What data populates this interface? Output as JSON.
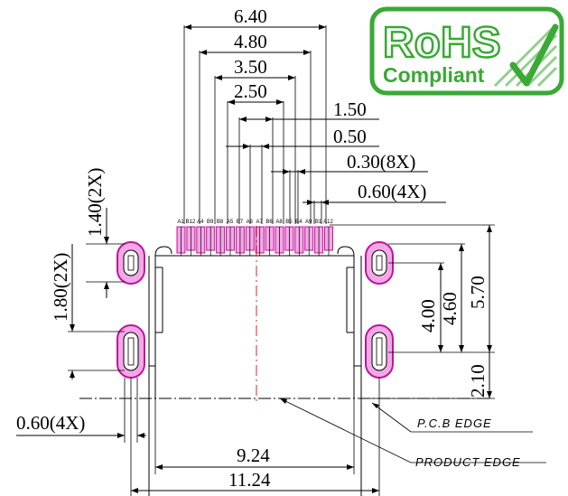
{
  "badge": {
    "title": "RoHS",
    "subtitle": "Compliant",
    "color": "#3aa935"
  },
  "dimensions": {
    "d640": "6.40",
    "d480": "4.80",
    "d350": "3.50",
    "d250": "2.50",
    "d150": "1.50",
    "d050": "0.50",
    "d030": "0.30(8X)",
    "d060_top": "0.60(4X)",
    "d140": "1.40(2X)",
    "d180": "1.80(2X)",
    "d400": "4.00",
    "d460": "4.60",
    "d570": "5.70",
    "d210": "2.10",
    "d060_left": "0.60(4X)",
    "d924": "9.24",
    "d1124": "11.24"
  },
  "pins": [
    "A1",
    "B12",
    "A4",
    "B9",
    "B8",
    "A5",
    "B7",
    "A6",
    "A7",
    "B6",
    "A8",
    "B5",
    "B4",
    "A9",
    "B1",
    "A12"
  ],
  "edges": {
    "pcb": "P.C.B EDGE",
    "product": "PRODUCT EDGE"
  },
  "colors": {
    "pad_fill": "#f2a8e6",
    "pad_stroke": "#c0149a",
    "centerline": "#e0202a"
  }
}
